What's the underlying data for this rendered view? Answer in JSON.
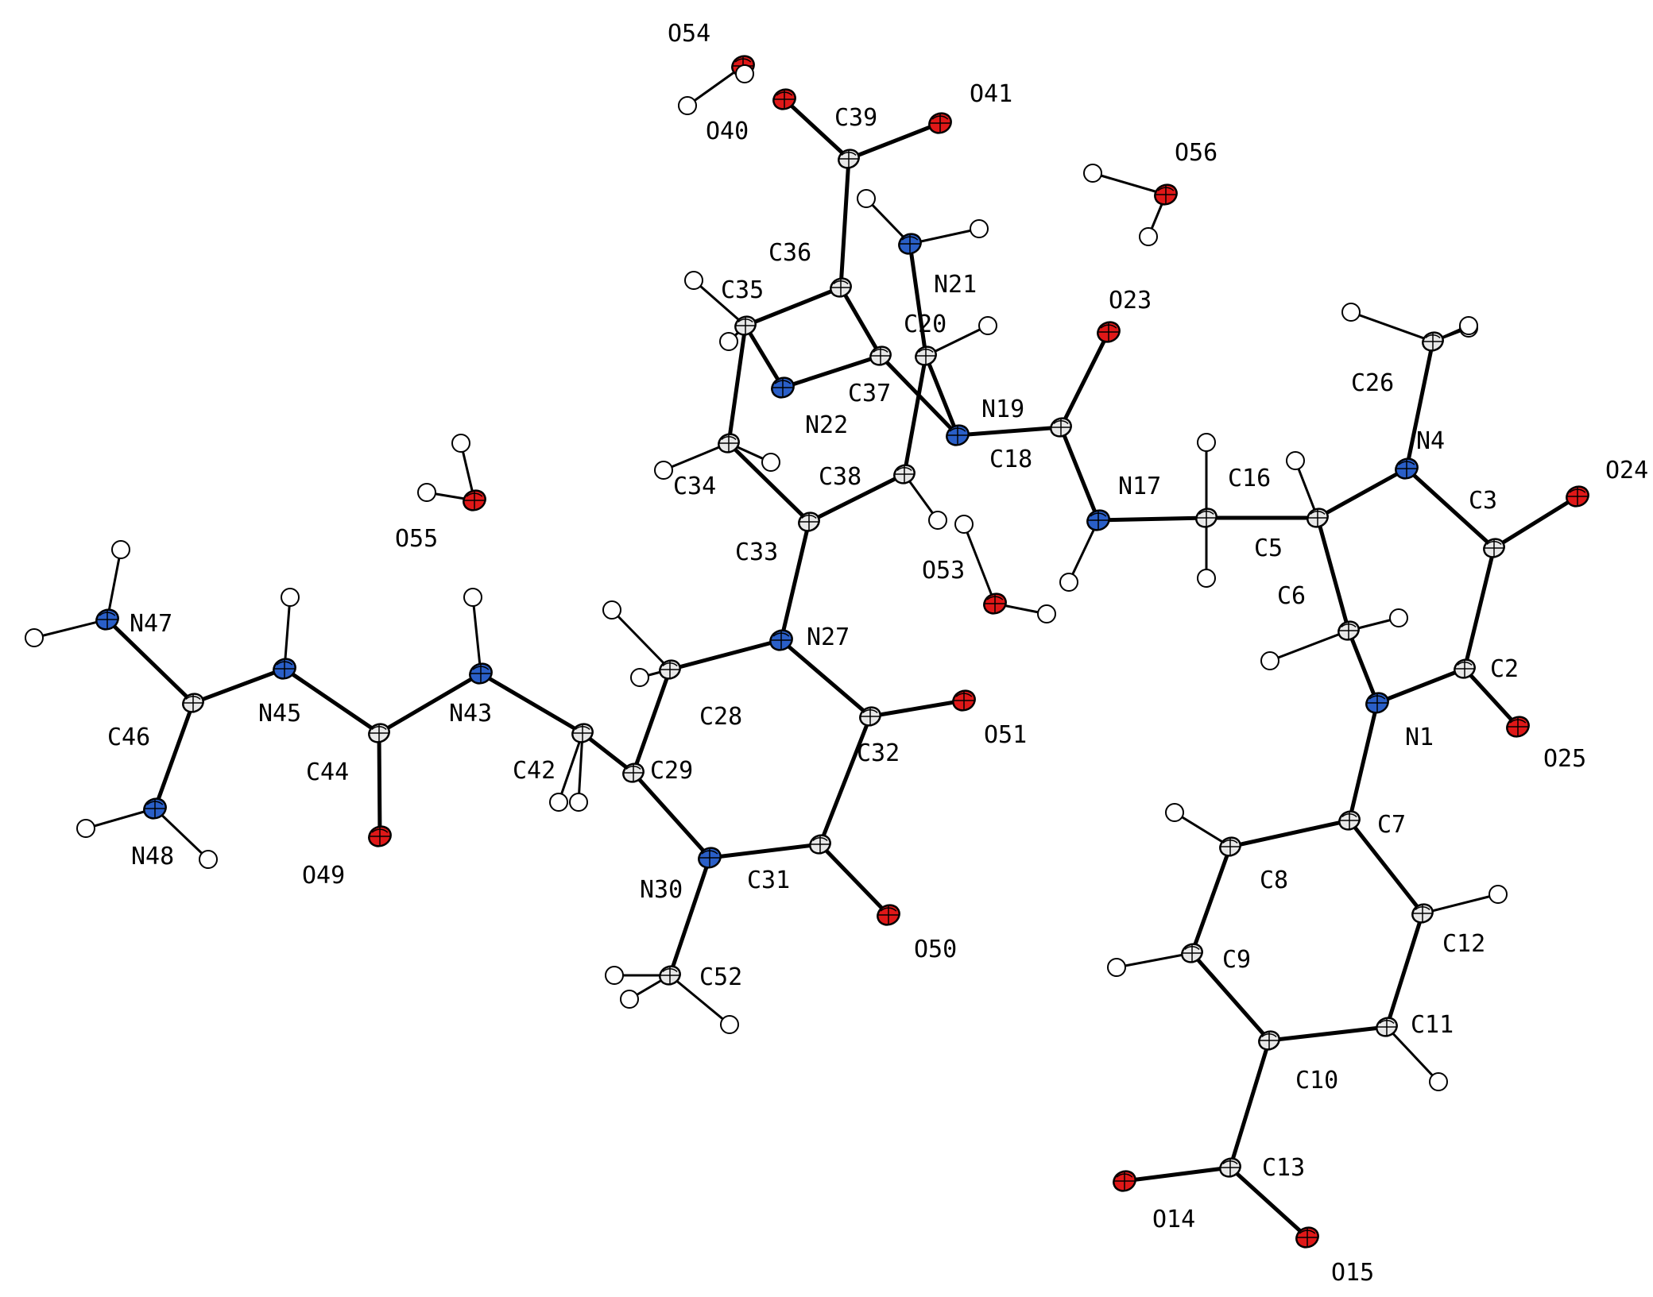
{
  "colors": {
    "carbon": "#e8e8e8",
    "nitrogen": "#2a5fc8",
    "oxygen": "#e01818",
    "hydrogen": "#ffffff",
    "bond": "#000000",
    "label": "#000000"
  },
  "labels": {
    "C2": "C2",
    "C3": "C3",
    "C5": "C5",
    "C6": "C6",
    "C7": "C7",
    "C8": "C8",
    "C9": "C9",
    "C10": "C10",
    "C11": "C11",
    "C12": "C12",
    "C13": "C13",
    "C16": "C16",
    "C18": "C18",
    "C20": "C20",
    "C26": "C26",
    "C28": "C28",
    "C29": "C29",
    "C31": "C31",
    "C32": "C32",
    "C33": "C33",
    "C34": "C34",
    "C35": "C35",
    "C36": "C36",
    "C37": "C37",
    "C38": "C38",
    "C39": "C39",
    "C42": "C42",
    "C44": "C44",
    "C46": "C46",
    "C52": "C52",
    "N1": "N1",
    "N4": "N4",
    "N17": "N17",
    "N19": "N19",
    "N21": "N21",
    "N22": "N22",
    "N27": "N27",
    "N30": "N30",
    "N43": "N43",
    "N45": "N45",
    "N47": "N47",
    "N48": "N48",
    "O14": "O14",
    "O15": "O15",
    "O23": "O23",
    "O24": "O24",
    "O25": "O25",
    "O40": "O40",
    "O41": "O41",
    "O49": "O49",
    "O50": "O50",
    "O51": "O51",
    "O53": "O53",
    "O54": "O54",
    "O55": "O55",
    "O56": "O56"
  }
}
